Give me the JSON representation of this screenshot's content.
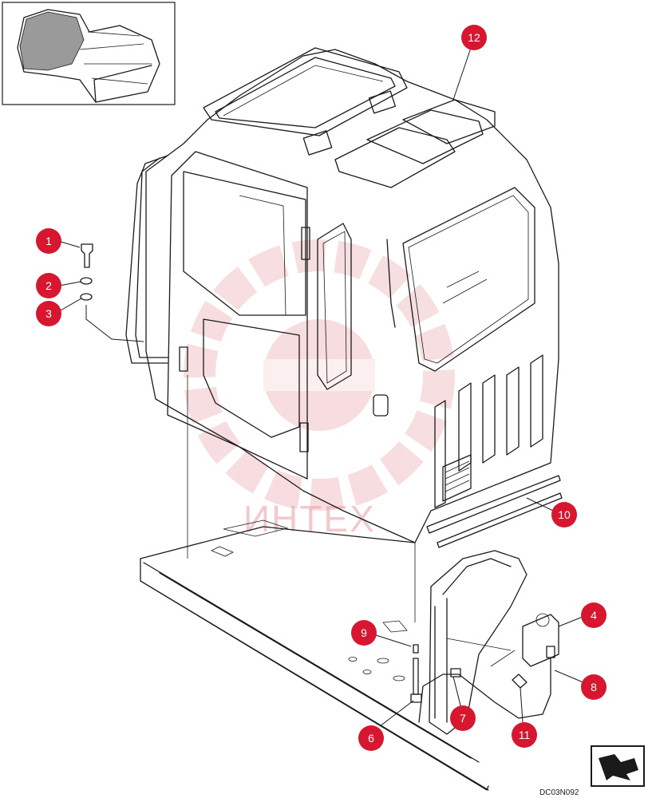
{
  "drawing_code": "DC03N092",
  "watermark_text": "ИНТЕХ",
  "callouts": [
    {
      "id": "1",
      "label": "1"
    },
    {
      "id": "2",
      "label": "2"
    },
    {
      "id": "3",
      "label": "3"
    },
    {
      "id": "4",
      "label": "4"
    },
    {
      "id": "6",
      "label": "6"
    },
    {
      "id": "7",
      "label": "7"
    },
    {
      "id": "8",
      "label": "8"
    },
    {
      "id": "9",
      "label": "9"
    },
    {
      "id": "10",
      "label": "10"
    },
    {
      "id": "11",
      "label": "11"
    },
    {
      "id": "12",
      "label": "12"
    }
  ],
  "colors": {
    "callout": "#d6172f",
    "line": "#1a1a1a",
    "watermark": "#e9a0a6"
  },
  "icons": {
    "nav": "next-page-arrow-icon",
    "inset": "machine-overview-thumbnail"
  }
}
